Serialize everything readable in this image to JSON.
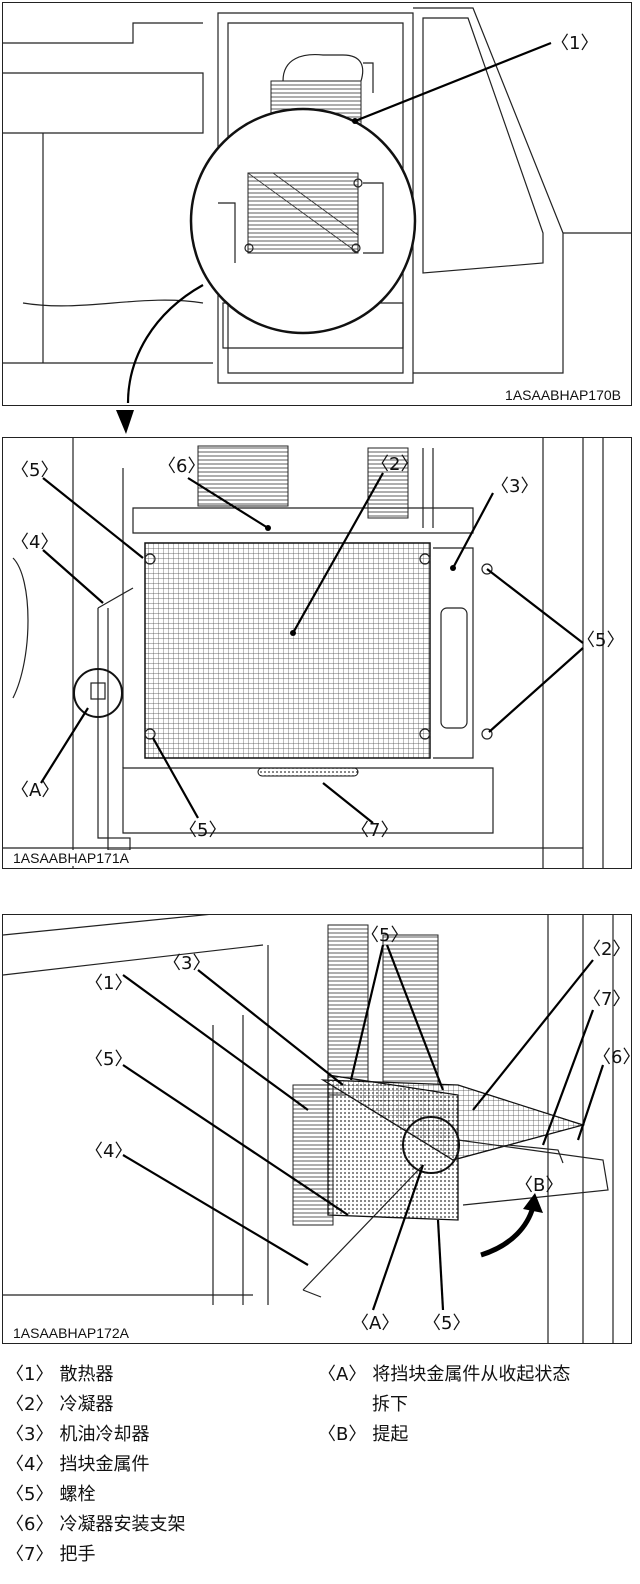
{
  "figures": [
    {
      "code": "1ASAABHAP170B",
      "callouts": [
        "〈1〉"
      ]
    },
    {
      "code": "1ASAABHAP171A",
      "callouts": [
        "〈5〉",
        "〈6〉",
        "〈2〉",
        "〈3〉",
        "〈4〉",
        "〈5〉",
        "〈A〉",
        "〈5〉",
        "〈7〉"
      ]
    },
    {
      "code": "1ASAABHAP172A",
      "callouts": [
        "〈5〉",
        "〈3〉",
        "〈2〉",
        "〈1〉",
        "〈7〉",
        "〈5〉",
        "〈6〉",
        "〈B〉",
        "〈4〉",
        "〈A〉",
        "〈5〉"
      ]
    }
  ],
  "legend": {
    "left": [
      {
        "key": "〈1〉",
        "text": "散热器"
      },
      {
        "key": "〈2〉",
        "text": "冷凝器"
      },
      {
        "key": "〈3〉",
        "text": "机油冷却器"
      },
      {
        "key": "〈4〉",
        "text": "挡块金属件"
      },
      {
        "key": "〈5〉",
        "text": "螺栓"
      },
      {
        "key": "〈6〉",
        "text": "冷凝器安装支架"
      },
      {
        "key": "〈7〉",
        "text": "把手"
      }
    ],
    "right": [
      {
        "key": "〈A〉",
        "text": "将挡块金属件从收起状态",
        "text2": "拆下"
      },
      {
        "key": "〈B〉",
        "text": "提起"
      }
    ]
  }
}
